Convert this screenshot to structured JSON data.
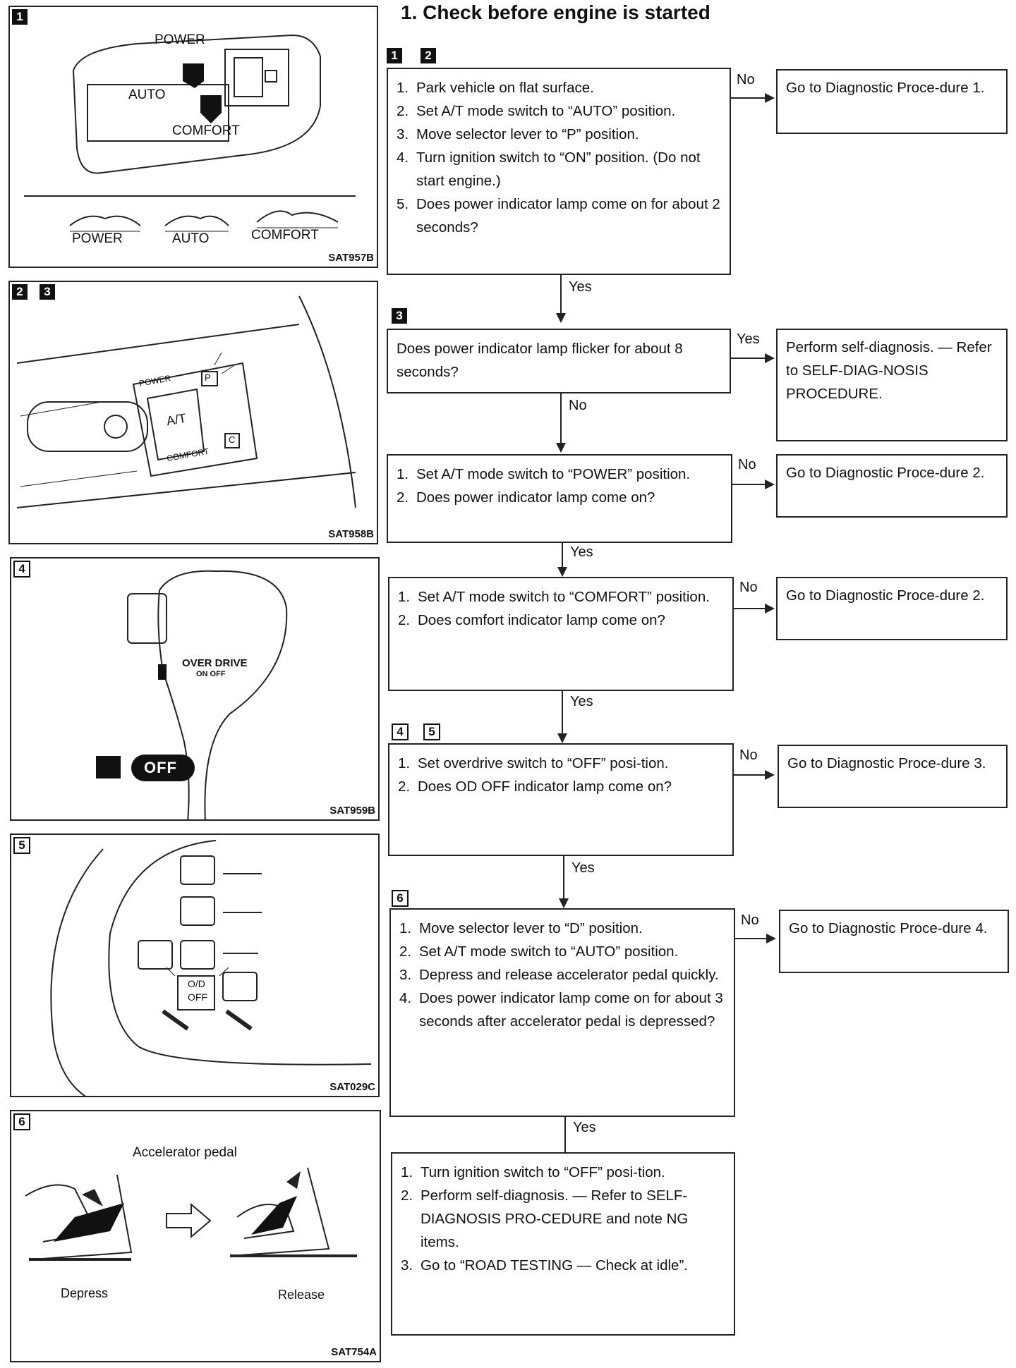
{
  "title": "1.   Check before engine is started",
  "panels": [
    {
      "badges": [
        "1"
      ],
      "code": "SAT957B",
      "labels": [
        "POWER",
        "AUTO",
        "COMFORT",
        "POWER",
        "AUTO",
        "COMFORT"
      ]
    },
    {
      "badges": [
        "2",
        "3"
      ],
      "code": "SAT958B",
      "labels": [
        "POWER",
        "P",
        "A/T",
        "COMFORT",
        "C"
      ]
    },
    {
      "badges": [
        "4"
      ],
      "code": "SAT959B",
      "labels": [
        "OVER DRIVE",
        "ON  OFF",
        "OFF"
      ]
    },
    {
      "badges": [
        "5"
      ],
      "code": "SAT029C",
      "labels": [
        "O/D",
        "OFF"
      ]
    },
    {
      "badges": [
        "6"
      ],
      "code": "SAT754A",
      "labels": [
        "Accelerator pedal",
        "Depress",
        "Release"
      ]
    }
  ],
  "flow": {
    "step_badges": [
      [
        "1",
        "2"
      ],
      [
        "3"
      ],
      [
        "4",
        "5"
      ],
      [
        "6"
      ]
    ],
    "steps": [
      {
        "items": [
          {
            "n": "1.",
            "t": "Park vehicle on flat surface."
          },
          {
            "n": "2.",
            "t": "Set A/T mode switch to “AUTO” position."
          },
          {
            "n": "3.",
            "t": "Move selector lever to “P” position."
          },
          {
            "n": "4.",
            "t": "Turn ignition switch to “ON” position. (Do not start engine.)"
          },
          {
            "n": "5.",
            "t": "Does power indicator lamp come on for about 2 seconds?"
          }
        ],
        "branch_label": "No",
        "branch_text": "Go to Diagnostic Proce-dure 1.",
        "down_label": "Yes"
      },
      {
        "text": "Does power indicator lamp flicker for about 8 seconds?",
        "branch_label": "Yes",
        "branch_text": "Perform self-diagnosis. — Refer to SELF-DIAG-NOSIS PROCEDURE.",
        "down_label": "No"
      },
      {
        "items": [
          {
            "n": "1.",
            "t": "Set A/T mode switch to “POWER” position."
          },
          {
            "n": "2.",
            "t": "Does power indicator lamp come on?"
          }
        ],
        "branch_label": "No",
        "branch_text": "Go to Diagnostic Proce-dure 2.",
        "down_label": "Yes"
      },
      {
        "items": [
          {
            "n": "1.",
            "t": "Set A/T mode switch to “COMFORT” position."
          },
          {
            "n": "2.",
            "t": "Does comfort indicator lamp come on?"
          }
        ],
        "branch_label": "No",
        "branch_text": "Go to Diagnostic Proce-dure 2.",
        "down_label": "Yes"
      },
      {
        "items": [
          {
            "n": "1.",
            "t": "Set overdrive switch to “OFF” posi-tion."
          },
          {
            "n": "2.",
            "t": "Does OD OFF indicator lamp come on?"
          }
        ],
        "branch_label": "No",
        "branch_text": "Go to Diagnostic Proce-dure 3.",
        "down_label": "Yes"
      },
      {
        "items": [
          {
            "n": "1.",
            "t": "Move selector lever to “D” position."
          },
          {
            "n": "2.",
            "t": "Set A/T mode switch to “AUTO” position."
          },
          {
            "n": "3.",
            "t": "Depress and release accelerator pedal quickly."
          },
          {
            "n": "4.",
            "t": "Does power indicator lamp come on for about 3 seconds after accelerator pedal is depressed?"
          }
        ],
        "branch_label": "No",
        "branch_text": "Go to Diagnostic Proce-dure 4.",
        "down_label": "Yes"
      },
      {
        "items": [
          {
            "n": "1.",
            "t": "Turn ignition switch to “OFF” posi-tion."
          },
          {
            "n": "2.",
            "t": "Perform self-diagnosis. — Refer to SELF-DIAGNOSIS PRO-CEDURE and note NG items."
          },
          {
            "n": "3.",
            "t": "Go to “ROAD TESTING — Check at idle”."
          }
        ]
      }
    ]
  }
}
